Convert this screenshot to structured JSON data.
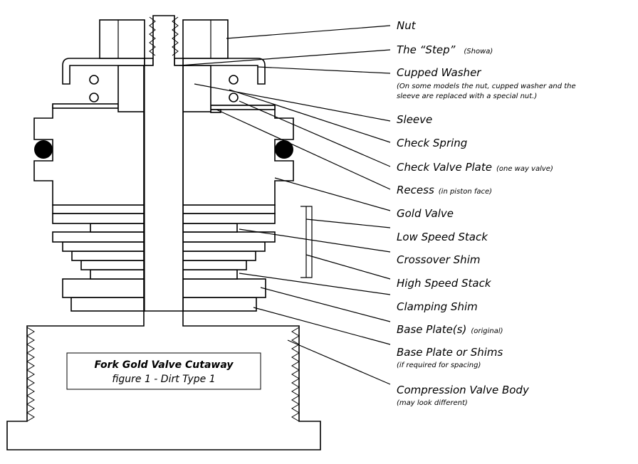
{
  "figure": {
    "title": "Fork Gold Valve Cutaway",
    "subtitle": "figure 1 - Dirt Type 1"
  },
  "labels": [
    {
      "id": "nut",
      "text": "Nut",
      "note": ""
    },
    {
      "id": "step",
      "text": "The “Step”",
      "note": "(Showa)"
    },
    {
      "id": "cupped-washer",
      "text": "Cupped Washer",
      "note": ""
    },
    {
      "id": "cupped-washer-note1",
      "text": "",
      "note": "(On some models the nut, cupped washer and the"
    },
    {
      "id": "cupped-washer-note2",
      "text": "",
      "note": "sleeve are replaced with a special nut.)"
    },
    {
      "id": "sleeve",
      "text": "Sleeve",
      "note": ""
    },
    {
      "id": "check-spring",
      "text": "Check Spring",
      "note": ""
    },
    {
      "id": "check-valve-plate",
      "text": "Check Valve Plate",
      "note": "(one way valve)"
    },
    {
      "id": "recess",
      "text": "Recess",
      "note": "(in piston face)"
    },
    {
      "id": "gold-valve",
      "text": "Gold Valve",
      "note": ""
    },
    {
      "id": "low-speed-stack",
      "text": "Low Speed Stack",
      "note": ""
    },
    {
      "id": "crossover-shim",
      "text": "Crossover Shim",
      "note": ""
    },
    {
      "id": "high-speed-stack",
      "text": "High Speed Stack",
      "note": ""
    },
    {
      "id": "clamping-shim",
      "text": "Clamping Shim",
      "note": ""
    },
    {
      "id": "base-plates",
      "text": "Base Plate(s)",
      "note": "(original)"
    },
    {
      "id": "base-plate-or-shims",
      "text": "Base Plate or Shims",
      "note": ""
    },
    {
      "id": "base-plate-note",
      "text": "",
      "note": "(if required for spacing)"
    },
    {
      "id": "compression-valve-body",
      "text": "Compression Valve Body",
      "note": ""
    },
    {
      "id": "compression-valve-body-note",
      "text": "",
      "note": "(may look different)"
    }
  ]
}
